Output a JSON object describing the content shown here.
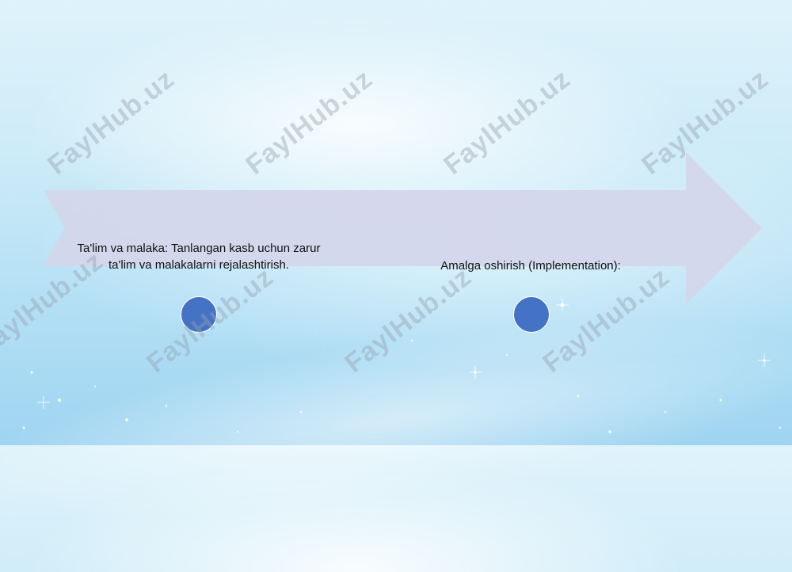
{
  "slide": {
    "watermark": "FaylHub.uz",
    "items": [
      {
        "text_line1": "Ta'lim va malaka: Tanlangan kasb uchun zarur",
        "text_line2": "ta'lim va malakalarni rejalashtirish."
      },
      {
        "text": "Amalga oshirish (Implementation):"
      }
    ]
  },
  "colors": {
    "arrow": "#d4d6ea",
    "dot": "#4472c4",
    "background": "#c6e8f7"
  }
}
